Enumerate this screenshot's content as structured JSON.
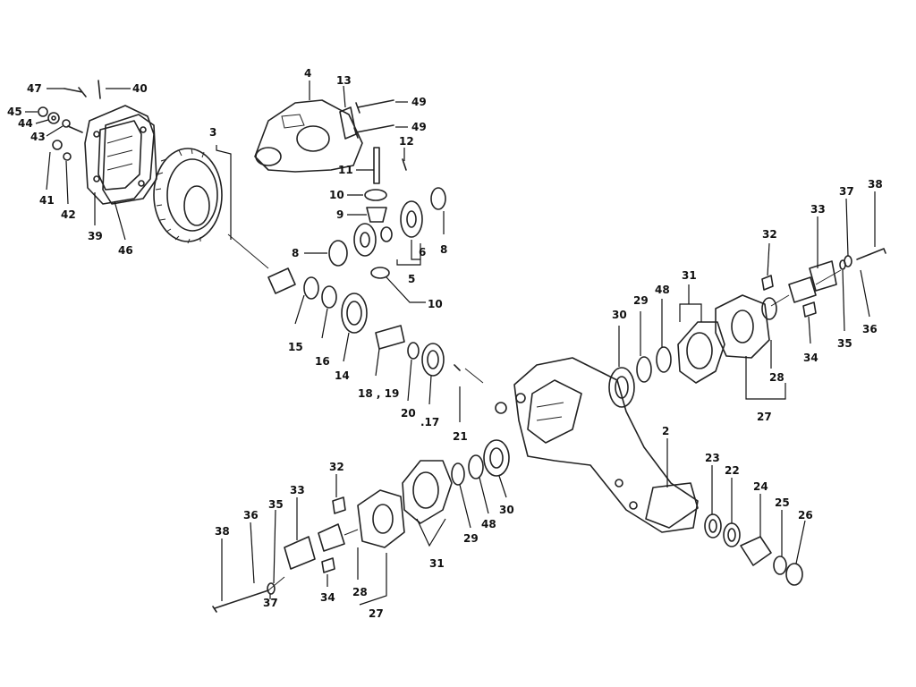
{
  "callouts": [
    {
      "id": "c47",
      "label": "47"
    },
    {
      "id": "c40",
      "label": "40"
    },
    {
      "id": "c45",
      "label": "45"
    },
    {
      "id": "c44",
      "label": "44"
    },
    {
      "id": "c43",
      "label": "43"
    },
    {
      "id": "c41",
      "label": "41"
    },
    {
      "id": "c42",
      "label": "42"
    },
    {
      "id": "c39",
      "label": "39"
    },
    {
      "id": "c46",
      "label": "46"
    },
    {
      "id": "c3",
      "label": "3"
    },
    {
      "id": "c4",
      "label": "4"
    },
    {
      "id": "c13",
      "label": "13"
    },
    {
      "id": "c49a",
      "label": "49"
    },
    {
      "id": "c49b",
      "label": "49"
    },
    {
      "id": "c12",
      "label": "12"
    },
    {
      "id": "c11",
      "label": "11"
    },
    {
      "id": "c10a",
      "label": "10"
    },
    {
      "id": "c9",
      "label": "9"
    },
    {
      "id": "c6",
      "label": "6"
    },
    {
      "id": "c8a",
      "label": "8"
    },
    {
      "id": "c8b",
      "label": "8"
    },
    {
      "id": "c5",
      "label": "5"
    },
    {
      "id": "c10b",
      "label": "10"
    },
    {
      "id": "c15",
      "label": "15"
    },
    {
      "id": "c16",
      "label": "16"
    },
    {
      "id": "c14",
      "label": "14"
    },
    {
      "id": "c1819",
      "label": "18 , 19"
    },
    {
      "id": "c20",
      "label": "20"
    },
    {
      "id": "c17",
      "label": ".17"
    },
    {
      "id": "c21",
      "label": "21"
    },
    {
      "id": "c30a",
      "label": "30"
    },
    {
      "id": "c29a",
      "label": "29"
    },
    {
      "id": "c48a",
      "label": "48"
    },
    {
      "id": "c31a",
      "label": "31"
    },
    {
      "id": "c32a",
      "label": "32"
    },
    {
      "id": "c33a",
      "label": "33"
    },
    {
      "id": "c37a",
      "label": "37"
    },
    {
      "id": "c38a",
      "label": "38"
    },
    {
      "id": "c34a",
      "label": "34"
    },
    {
      "id": "c35a",
      "label": "35"
    },
    {
      "id": "c36a",
      "label": "36"
    },
    {
      "id": "c28a",
      "label": "28"
    },
    {
      "id": "c27a",
      "label": "27"
    },
    {
      "id": "c2",
      "label": "2"
    },
    {
      "id": "c23",
      "label": "23"
    },
    {
      "id": "c22",
      "label": "22"
    },
    {
      "id": "c24",
      "label": "24"
    },
    {
      "id": "c25",
      "label": "25"
    },
    {
      "id": "c26",
      "label": "26"
    },
    {
      "id": "c32b",
      "label": "32"
    },
    {
      "id": "c33b",
      "label": "33"
    },
    {
      "id": "c38b",
      "label": "38"
    },
    {
      "id": "c36b",
      "label": "36"
    },
    {
      "id": "c35b",
      "label": "35"
    },
    {
      "id": "c37b",
      "label": "37"
    },
    {
      "id": "c34b",
      "label": "34"
    },
    {
      "id": "c28b",
      "label": "28"
    },
    {
      "id": "c27b",
      "label": "27"
    },
    {
      "id": "c31b",
      "label": "31"
    },
    {
      "id": "c29b",
      "label": "29"
    },
    {
      "id": "c48b",
      "label": "48"
    },
    {
      "id": "c30b",
      "label": "30"
    }
  ]
}
